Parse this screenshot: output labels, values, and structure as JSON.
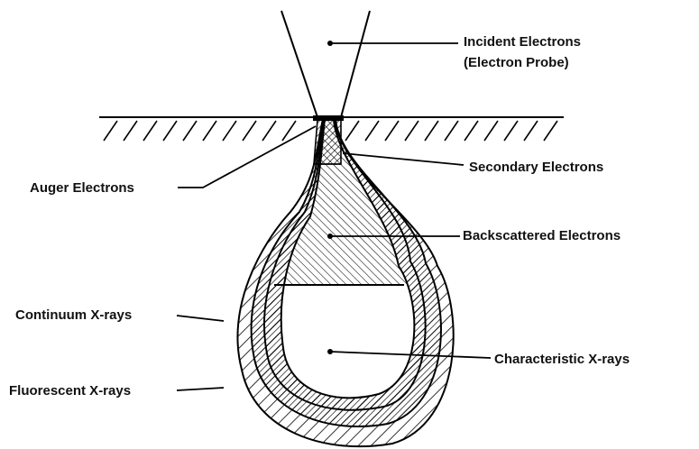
{
  "labels": {
    "incident_line1": "Incident Electrons",
    "incident_line2": "(Electron Probe)",
    "secondary": "Secondary Electrons",
    "auger": "Auger Electrons",
    "backscattered": "Backscattered Electrons",
    "continuum": "Continuum X-rays",
    "characteristic": "Characteristic X-rays",
    "fluorescent": "Fluorescent X-rays"
  }
}
